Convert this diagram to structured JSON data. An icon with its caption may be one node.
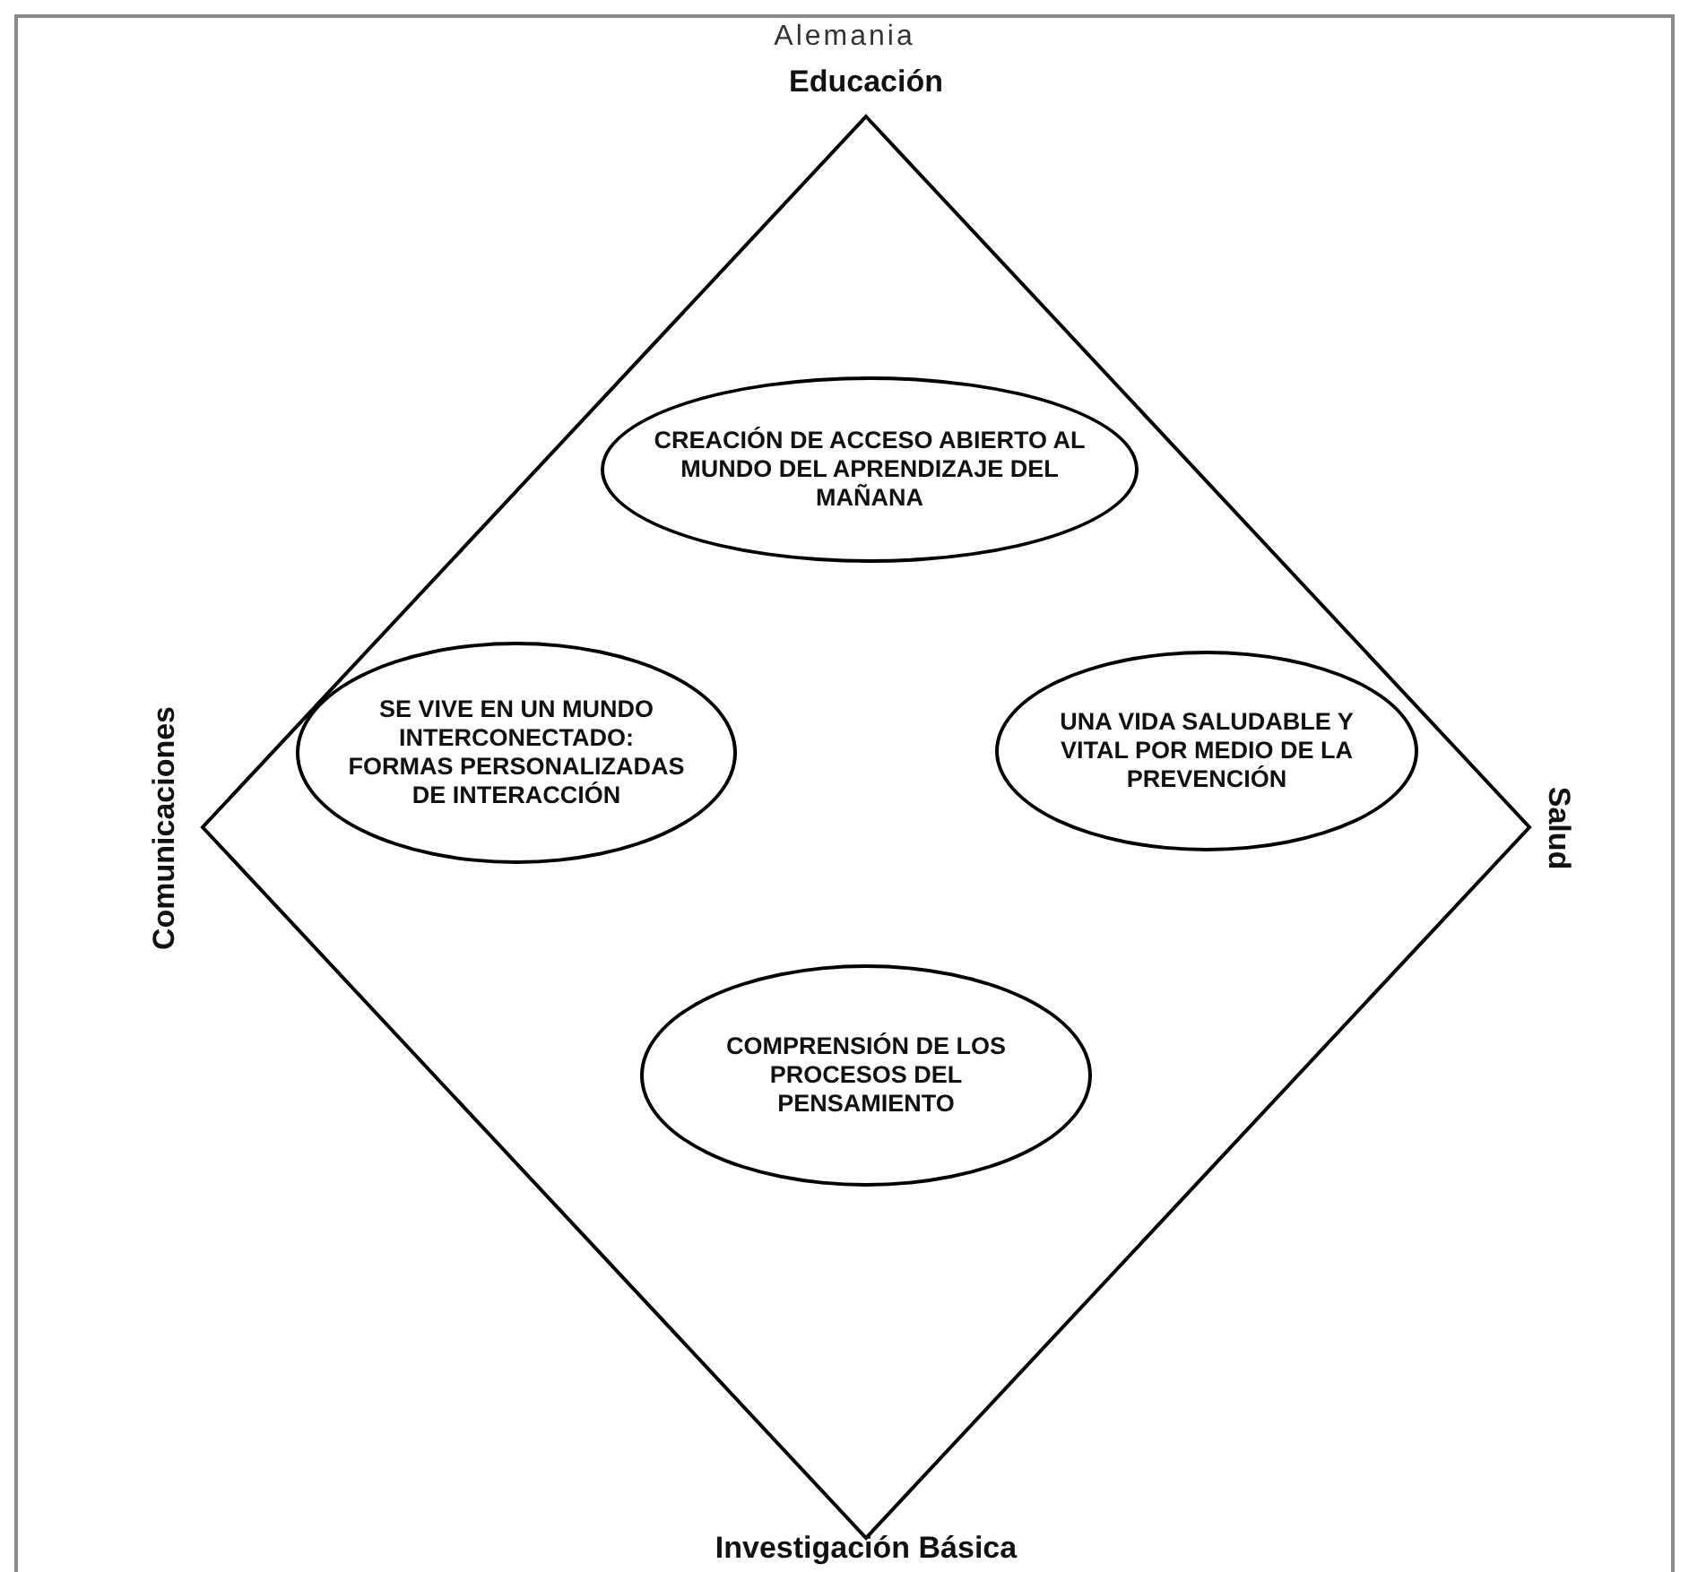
{
  "diagram": {
    "title": "Alemania",
    "nodes": [
      {
        "text": [],
        "shape": "diamond"
      },
      {
        "text": [
          "CREACIÓN DE ACCESO ABIERTO AL MUNDO DEL APRENDIZAJE DEL MAÑANA"
        ],
        "in": 0
      },
      {
        "text": [
          "SE VIVE EN UN MUNDO INTERCONECTADO: FORMAS PERSONALIZADAS DE INTERACCIÓN"
        ],
        "in": 0
      },
      {
        "text": [
          "UNA VIDA SALUDABLE Y VITAL POR MEDIO DE LA PREVENCIÓN"
        ],
        "in": 0
      },
      {
        "text": [
          "COMPRENSIÓN DE LOS PROCESOS DEL PENSAMIENTO"
        ],
        "in": 0
      }
    ],
    "edges": [],
    "labels": [
      "Educación",
      "Comunicaciones",
      "Salud",
      "Investigación Básica"
    ]
  }
}
